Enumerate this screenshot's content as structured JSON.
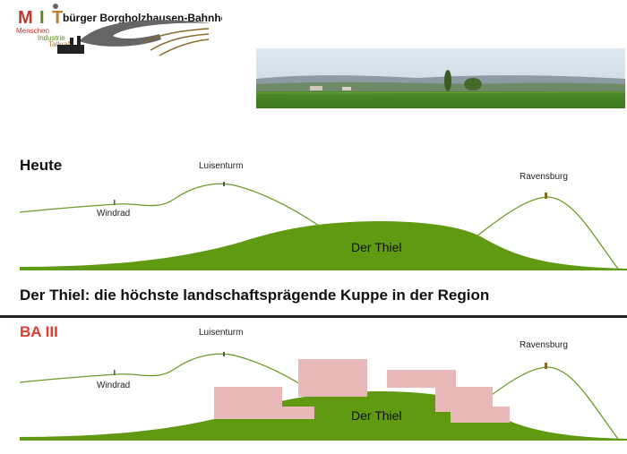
{
  "logo": {
    "letter_m": "M",
    "letter_i": "I",
    "letter_t": "T",
    "name": "bürger Borgholzhausen-Bahnhof",
    "word_menschen": "Menschen",
    "word_industrie": "Industrie",
    "word_tatkraft": "Tatkraft",
    "colors": {
      "m": "#c0392b",
      "i": "#5a8a1e",
      "t": "#c07a2c"
    }
  },
  "photo": {
    "description_icon": "landscape-photo"
  },
  "top_panel": {
    "heading": "Heute",
    "label_luisenturm": "Luisenturm",
    "label_ravensburg": "Ravensburg",
    "label_windrad": "Windrad",
    "label_thiel": "Der Thiel"
  },
  "middle": {
    "title": "Der Thiel: die höchste landschaftsprägende Kuppe in der Region"
  },
  "bottom_panel": {
    "heading": "BA III",
    "heading_color": "#e23b2f",
    "label_luisenturm": "Luisenturm",
    "label_ravensburg": "Ravensburg",
    "label_windrad": "Windrad",
    "label_thiel": "Der Thiel"
  },
  "colors": {
    "hill_fill": "#5f9a12",
    "ridge_line": "#6e9a28",
    "building_fill": "#e9b8b8",
    "tower_mark": "#8a6a2a"
  }
}
